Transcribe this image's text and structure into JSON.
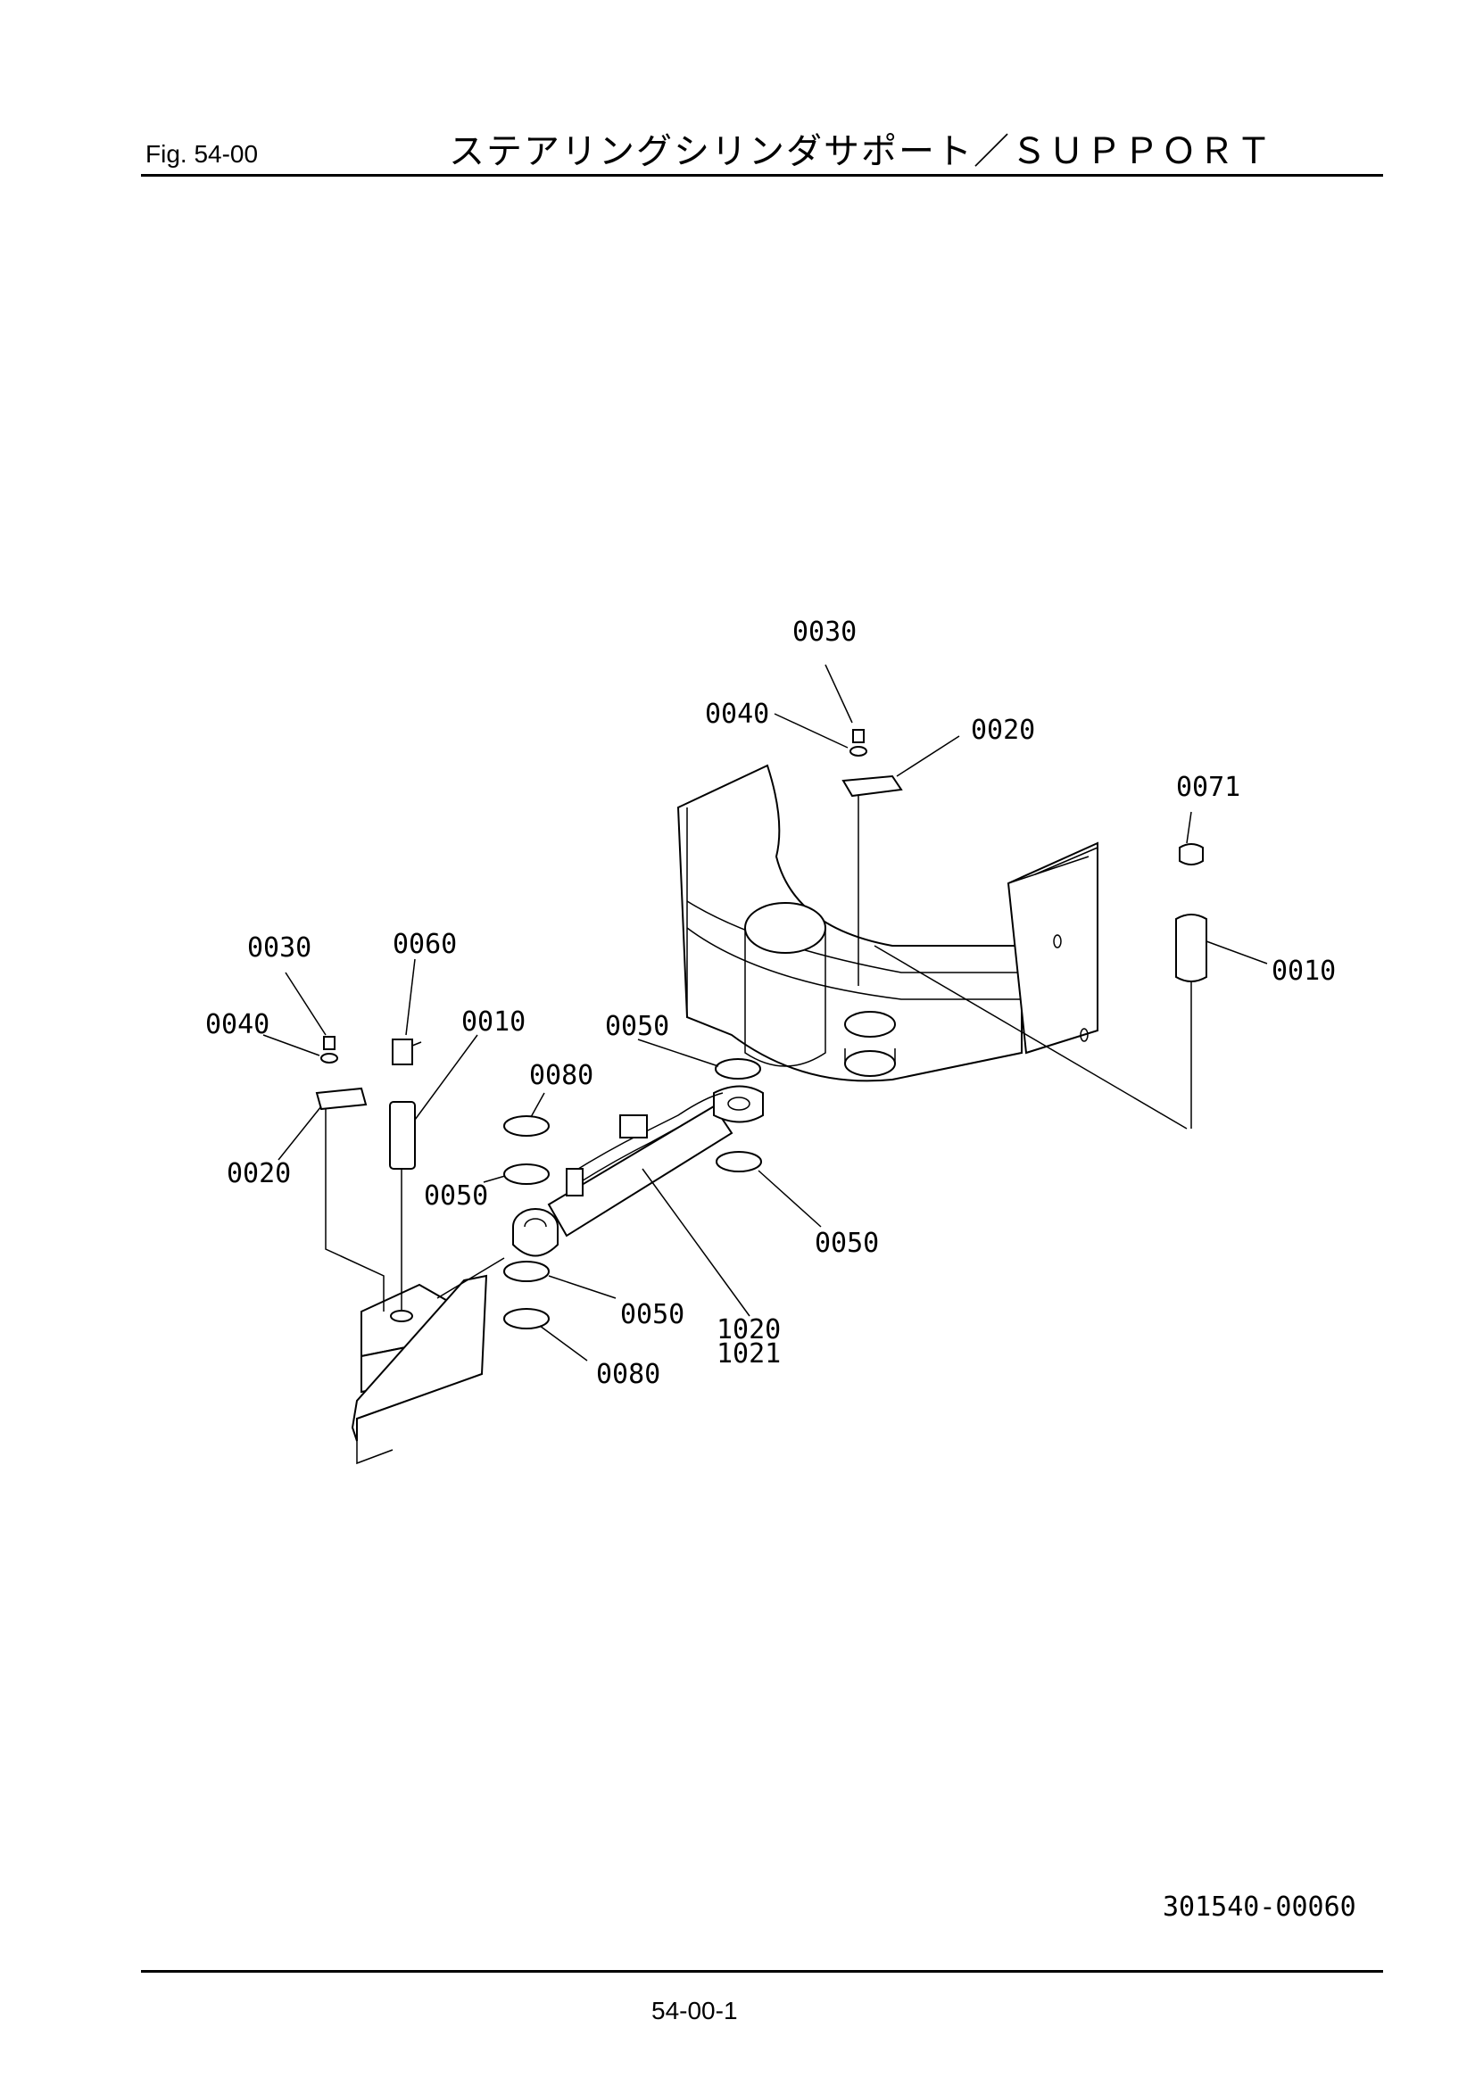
{
  "header": {
    "figure": "Fig.  54-00",
    "title": "ステアリングシリンダサポート／ＳＵＰＰＯＲＴ"
  },
  "diagram": {
    "callouts": [
      "0030",
      "0040",
      "0020",
      "0071",
      "0010",
      "0030",
      "0060",
      "0040",
      "0010",
      "0050",
      "0080",
      "0020",
      "0050",
      "0050",
      "0050",
      "1020",
      "1021",
      "0080"
    ]
  },
  "footer": {
    "drawing_number": "301540-00060",
    "page": "54-00-1"
  }
}
